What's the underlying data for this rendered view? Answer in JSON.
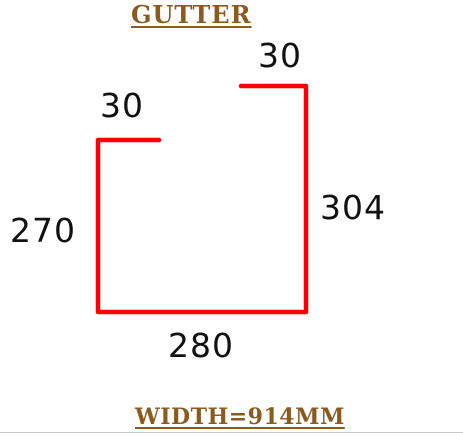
{
  "title": "GUTTER",
  "footer": "WIDTH=914MM",
  "line_color": "#ff0000",
  "label_color": "#8b5a1e",
  "dimensions": {
    "left_lip": "30",
    "right_lip": "30",
    "left_side": "270",
    "right_side": "304",
    "bottom": "280"
  }
}
